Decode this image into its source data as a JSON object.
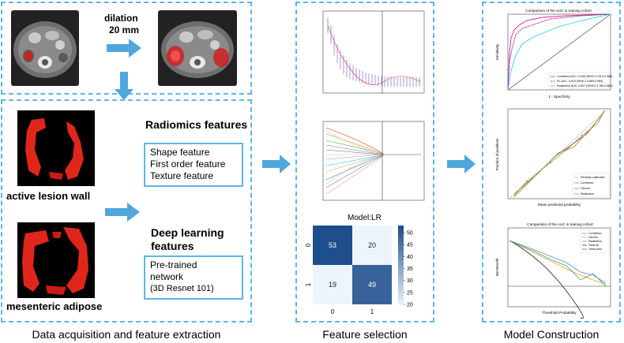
{
  "acquisition": {
    "dilation_label": "dilation",
    "dilation_amount": "20 mm",
    "radiomics_title": "Radiomics features",
    "radiomics_items": [
      "Shape feature",
      "First order feature",
      "Texture feature"
    ],
    "deep_title_line1": "Deep learning",
    "deep_title_line2": "features",
    "deep_items": [
      "Pre-trained",
      "network",
      "(3D Resnet 101)"
    ],
    "label_wall": "active lesion wall",
    "label_adipose": "mesenteric adipose",
    "caption": "Data acquisition and feature extraction"
  },
  "selection": {
    "caption": "Feature selection",
    "confusion_title": "Model:LR",
    "confusion_values": [
      [
        53,
        20
      ],
      [
        19,
        49
      ]
    ],
    "confusion_xticks": [
      "0",
      "1"
    ],
    "confusion_yticks": [
      "0",
      "1"
    ],
    "colorbar_ticks": [
      "50",
      "45",
      "40",
      "35",
      "30",
      "25",
      "20"
    ]
  },
  "construction": {
    "caption": "Model Construction",
    "roc_title": "Comparison of the AUC in training cohort",
    "roc_xlabel": "1 - Specificity",
    "roc_ylabel": "Sensitivity",
    "roc_legend": [
      "Combined AUC: 0.948 (95%CI 0.910-0.986)",
      "DL AUC: 0.915 (95%CI 0.869-0.960)",
      "Radiomics AUC: 0.827 (95%CI 0.766-0.889)"
    ],
    "cal_xlabel": "Mean predicted probability",
    "cal_ylabel": "Fraction of positives",
    "cal_legend": [
      "Perfectly calibrated",
      "Combined",
      "Clinical",
      "Radiomics"
    ],
    "dca_title": "Comparison of the AUC in training cohort",
    "dca_xlabel": "Threshold Probability",
    "dca_ylabel": "Net Benefit",
    "dca_legend": [
      "Combined",
      "Clinical",
      "Radiomics",
      "Treat all",
      "Treat none"
    ]
  },
  "colors": {
    "accent": "#5bb7e6",
    "arrow": "#4fa8dc",
    "lesion": "#e0261b",
    "heat_dark": "#1f4e8c",
    "heat_light": "#eef4fb"
  }
}
